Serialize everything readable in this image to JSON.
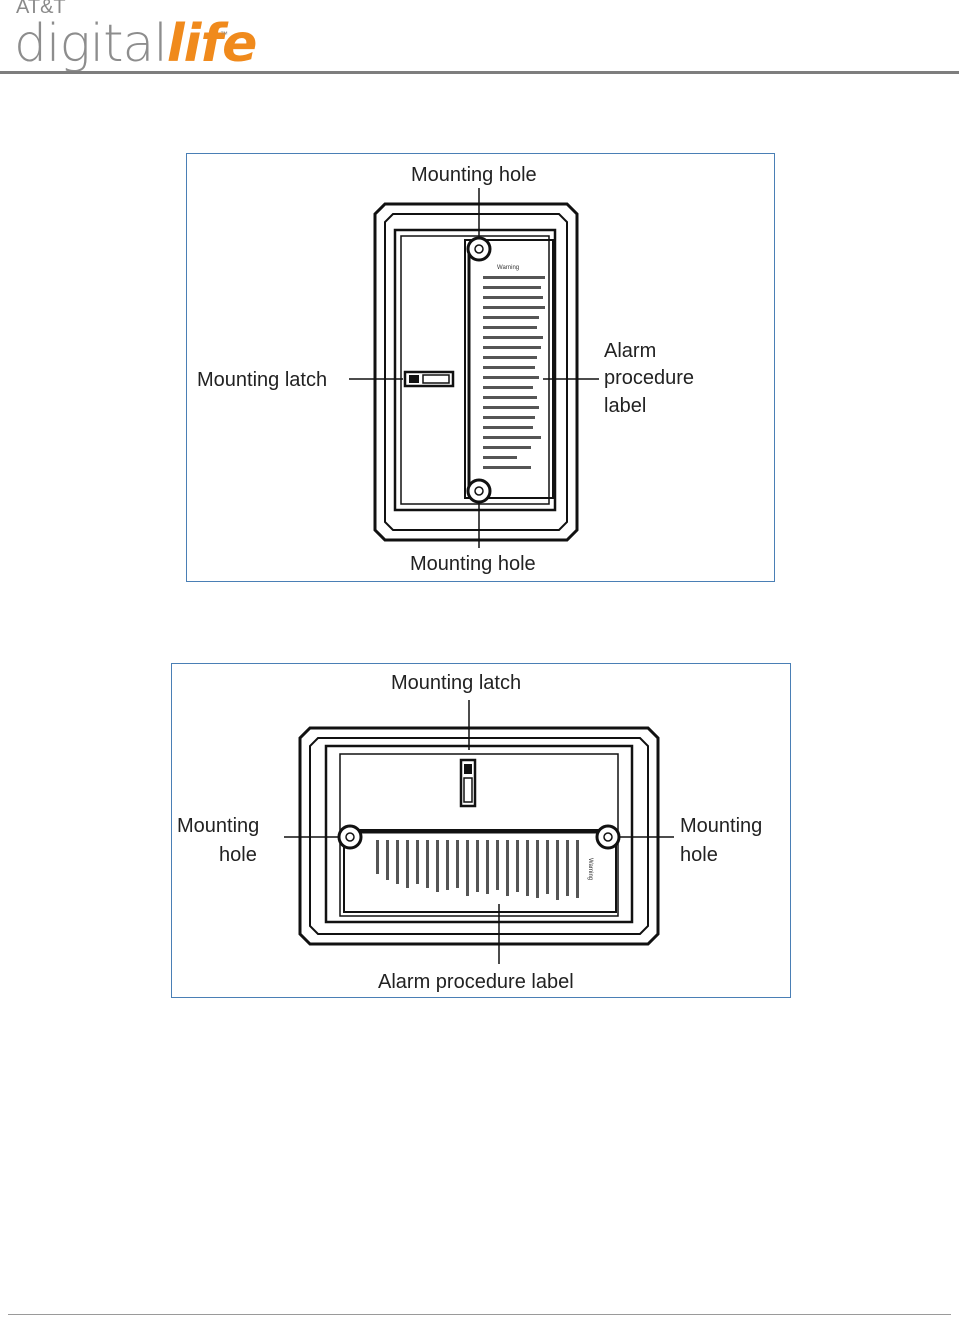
{
  "header": {
    "brand_top": "AT&T",
    "brand_main": "digital",
    "brand_accent": "life",
    "brand_tm": "™",
    "accent_color": "#f08a1c"
  },
  "figure_vertical": {
    "label_top_hole": "Mounting hole",
    "label_latch": "Mounting latch",
    "label_alarm_line1": "Alarm",
    "label_alarm_line2": "procedure",
    "label_alarm_line3": "label",
    "label_bottom_hole": "Mounting hole",
    "warning_title": "Warning"
  },
  "figure_horizontal": {
    "label_latch": "Mounting latch",
    "label_left_hole_line1": "Mounting",
    "label_left_hole_line2": "hole",
    "label_right_hole_line1": "Mounting",
    "label_right_hole_line2": "hole",
    "label_alarm": "Alarm procedure label",
    "warning_title": "Warning"
  }
}
